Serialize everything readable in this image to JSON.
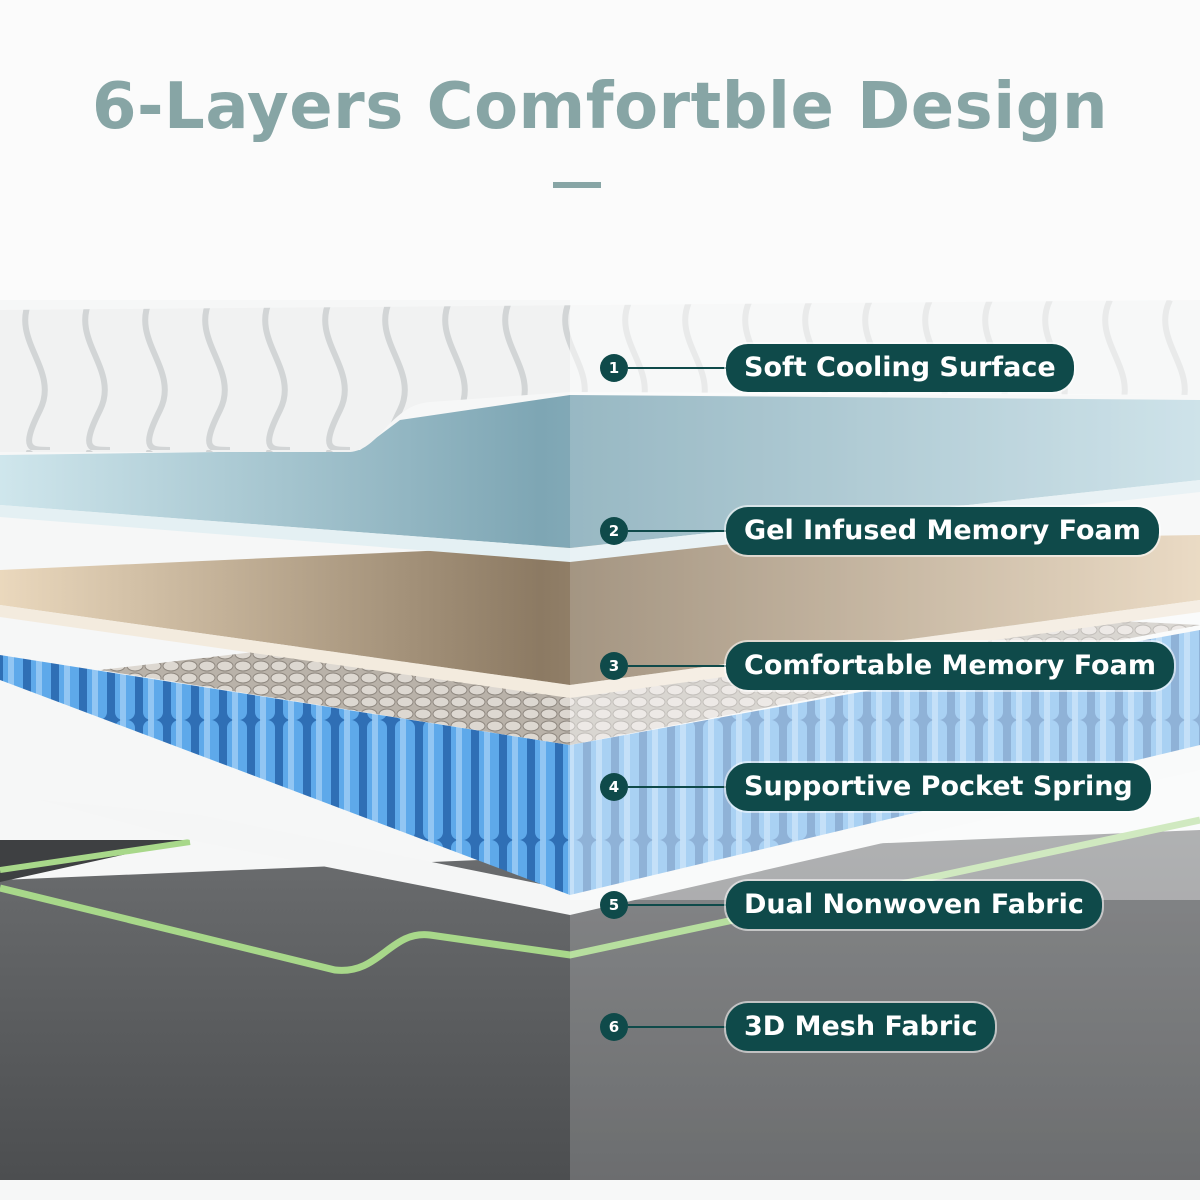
{
  "title": "6-Layers Comfortble Design",
  "colors": {
    "accent": "#0f4a4a",
    "cooling_surface": "#eef0f0",
    "gel_foam": "#bcd9e2",
    "memory_foam": "#e2cfb2",
    "spring": "#3b87d3",
    "nonwoven": "#f4f5f5",
    "mesh": "#5f6163",
    "trim": "#a8d88a"
  },
  "layers": [
    {
      "number": "1",
      "label": "Soft Cooling Surface"
    },
    {
      "number": "2",
      "label": "Gel Infused Memory Foam"
    },
    {
      "number": "3",
      "label": "Comfortable Memory Foam"
    },
    {
      "number": "4",
      "label": "Supportive Pocket Spring"
    },
    {
      "number": "5",
      "label": "Dual Nonwoven Fabric"
    },
    {
      "number": "6",
      "label": "3D Mesh Fabric"
    }
  ]
}
